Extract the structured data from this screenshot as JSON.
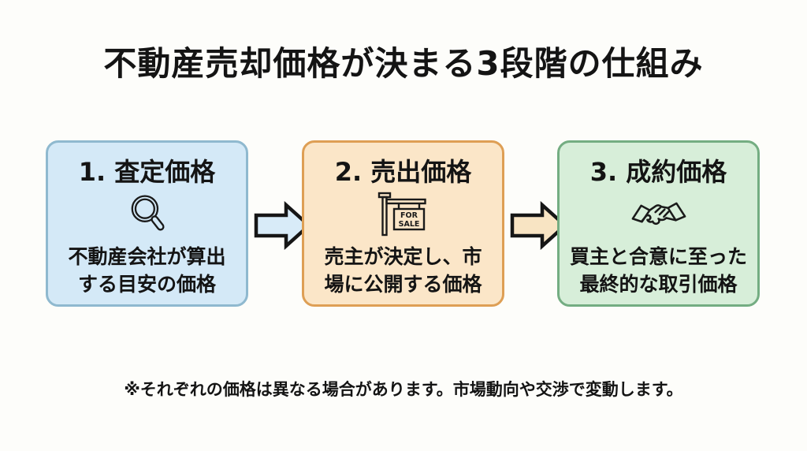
{
  "title": "不動産売却価格が決まる3段階の仕組み",
  "colors": {
    "background": "#fdfdfa",
    "text": "#141414",
    "icon_stroke": "#1a1a1a",
    "step1_fill": "#d4e9f7",
    "step1_border": "#8fb9cf",
    "step2_fill": "#fbe6c8",
    "step2_border": "#de9f55",
    "step3_fill": "#d7eed9",
    "step3_border": "#74ad82",
    "arrow1_fill": "#d8ebf8",
    "arrow2_fill": "#f8e4c3"
  },
  "steps": [
    {
      "title": "1. 査定価格",
      "icon": "magnifier-icon",
      "desc_line1": "不動産会社が算出",
      "desc_line2": "する目安の価格"
    },
    {
      "title": "2. 売出価格",
      "icon": "for-sale-sign-icon",
      "sign_line1": "FOR",
      "sign_line2": "SALE",
      "desc_line1": "売主が決定し、市",
      "desc_line2": "場に公開する価格"
    },
    {
      "title": "3. 成約価格",
      "icon": "handshake-icon",
      "desc_line1": "買主と合意に至った",
      "desc_line2": "最終的な取引価格"
    }
  ],
  "footnote": "※それぞれの価格は異なる場合があります。市場動向や交渉で変動します。"
}
